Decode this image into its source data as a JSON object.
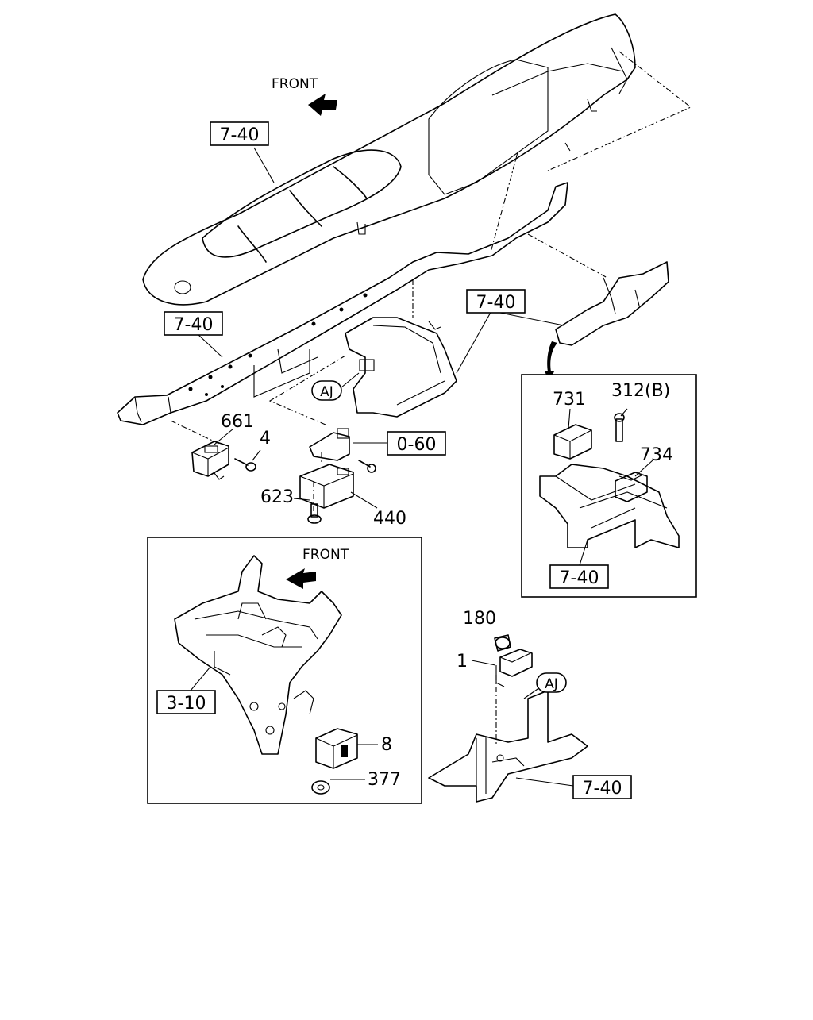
{
  "diagram": {
    "front_labels": [
      "FRONT",
      "FRONT"
    ],
    "boxed_refs": [
      "7-40",
      "7-40",
      "7-40",
      "0-60",
      "7-40",
      "3-10",
      "7-40"
    ],
    "circled_refs": [
      "AJ",
      "AJ"
    ],
    "part_numbers": {
      "p661": "661",
      "p4": "4",
      "p623": "623",
      "p440": "440",
      "p731": "731",
      "p312b": "312(B)",
      "p734": "734",
      "p180": "180",
      "p1": "1",
      "p8": "8",
      "p377": "377"
    },
    "inset_panels": [
      "top-right detail",
      "left detail"
    ]
  }
}
